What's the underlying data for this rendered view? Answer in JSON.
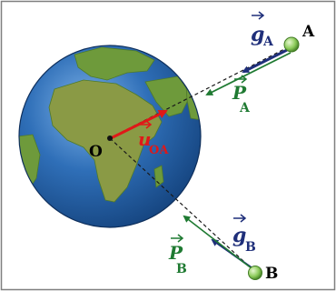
{
  "diagram": {
    "labels": {
      "point_a": "A",
      "point_b": "B",
      "center": "O",
      "g_a": {
        "symbol": "g",
        "subscript": "A"
      },
      "p_a": {
        "symbol": "P",
        "subscript": "A"
      },
      "g_b": {
        "symbol": "g",
        "subscript": "B"
      },
      "p_b": {
        "symbol": "P",
        "subscript": "B"
      },
      "u_oa": {
        "symbol": "u",
        "subscript": "OA"
      }
    },
    "colors": {
      "frame": "#7f7f7f",
      "ocean": "#2e6fb6",
      "land": "#6e9a3b",
      "gravity_vectors": "#1f2f7a",
      "weight_vectors": "#1f7a32",
      "unit_vector": "#e01818",
      "satellite": "#8ccb5a",
      "text": "#000000"
    },
    "icons": [
      "earth-globe",
      "satellite-a",
      "satellite-b"
    ]
  }
}
